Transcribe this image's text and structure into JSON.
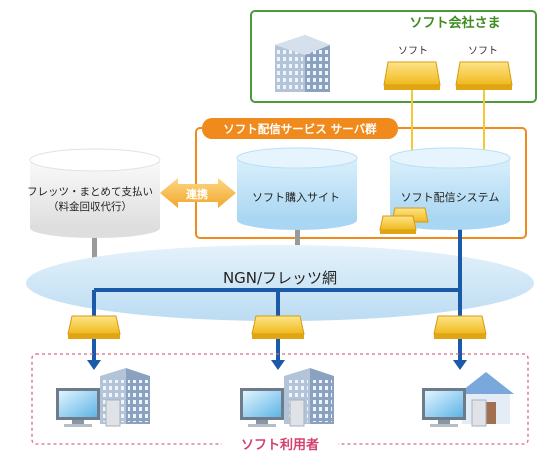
{
  "software_company": {
    "title": "ソフト会社さま",
    "software_1": "ソフト",
    "software_2": "ソフト"
  },
  "server_group": {
    "title": "ソフト配信サービス サーバ群",
    "purchase_site": "ソフト購入サイト",
    "delivery_system": "ソフト配信システム"
  },
  "flets_billing": {
    "line1": "フレッツ・まとめて支払い",
    "line2": "（料金回収代行）"
  },
  "link_label": "連携",
  "network_label": "NGN/フレッツ網",
  "users_title": "ソフト利用者",
  "colors": {
    "company_border": "#4a9a3a",
    "group_border": "#f08a1c",
    "group_title_bg": "#f08a1c",
    "users_border": "#d86a8a",
    "users_title": "#d4416e",
    "network_line": "#1a5aa8",
    "cloud": "#cfe6f7",
    "cylinder_blue": "#c8e6f8",
    "cylinder_gray": "#f2f2f2",
    "package": "#f5c83a",
    "arrow": "#f5b93a"
  }
}
